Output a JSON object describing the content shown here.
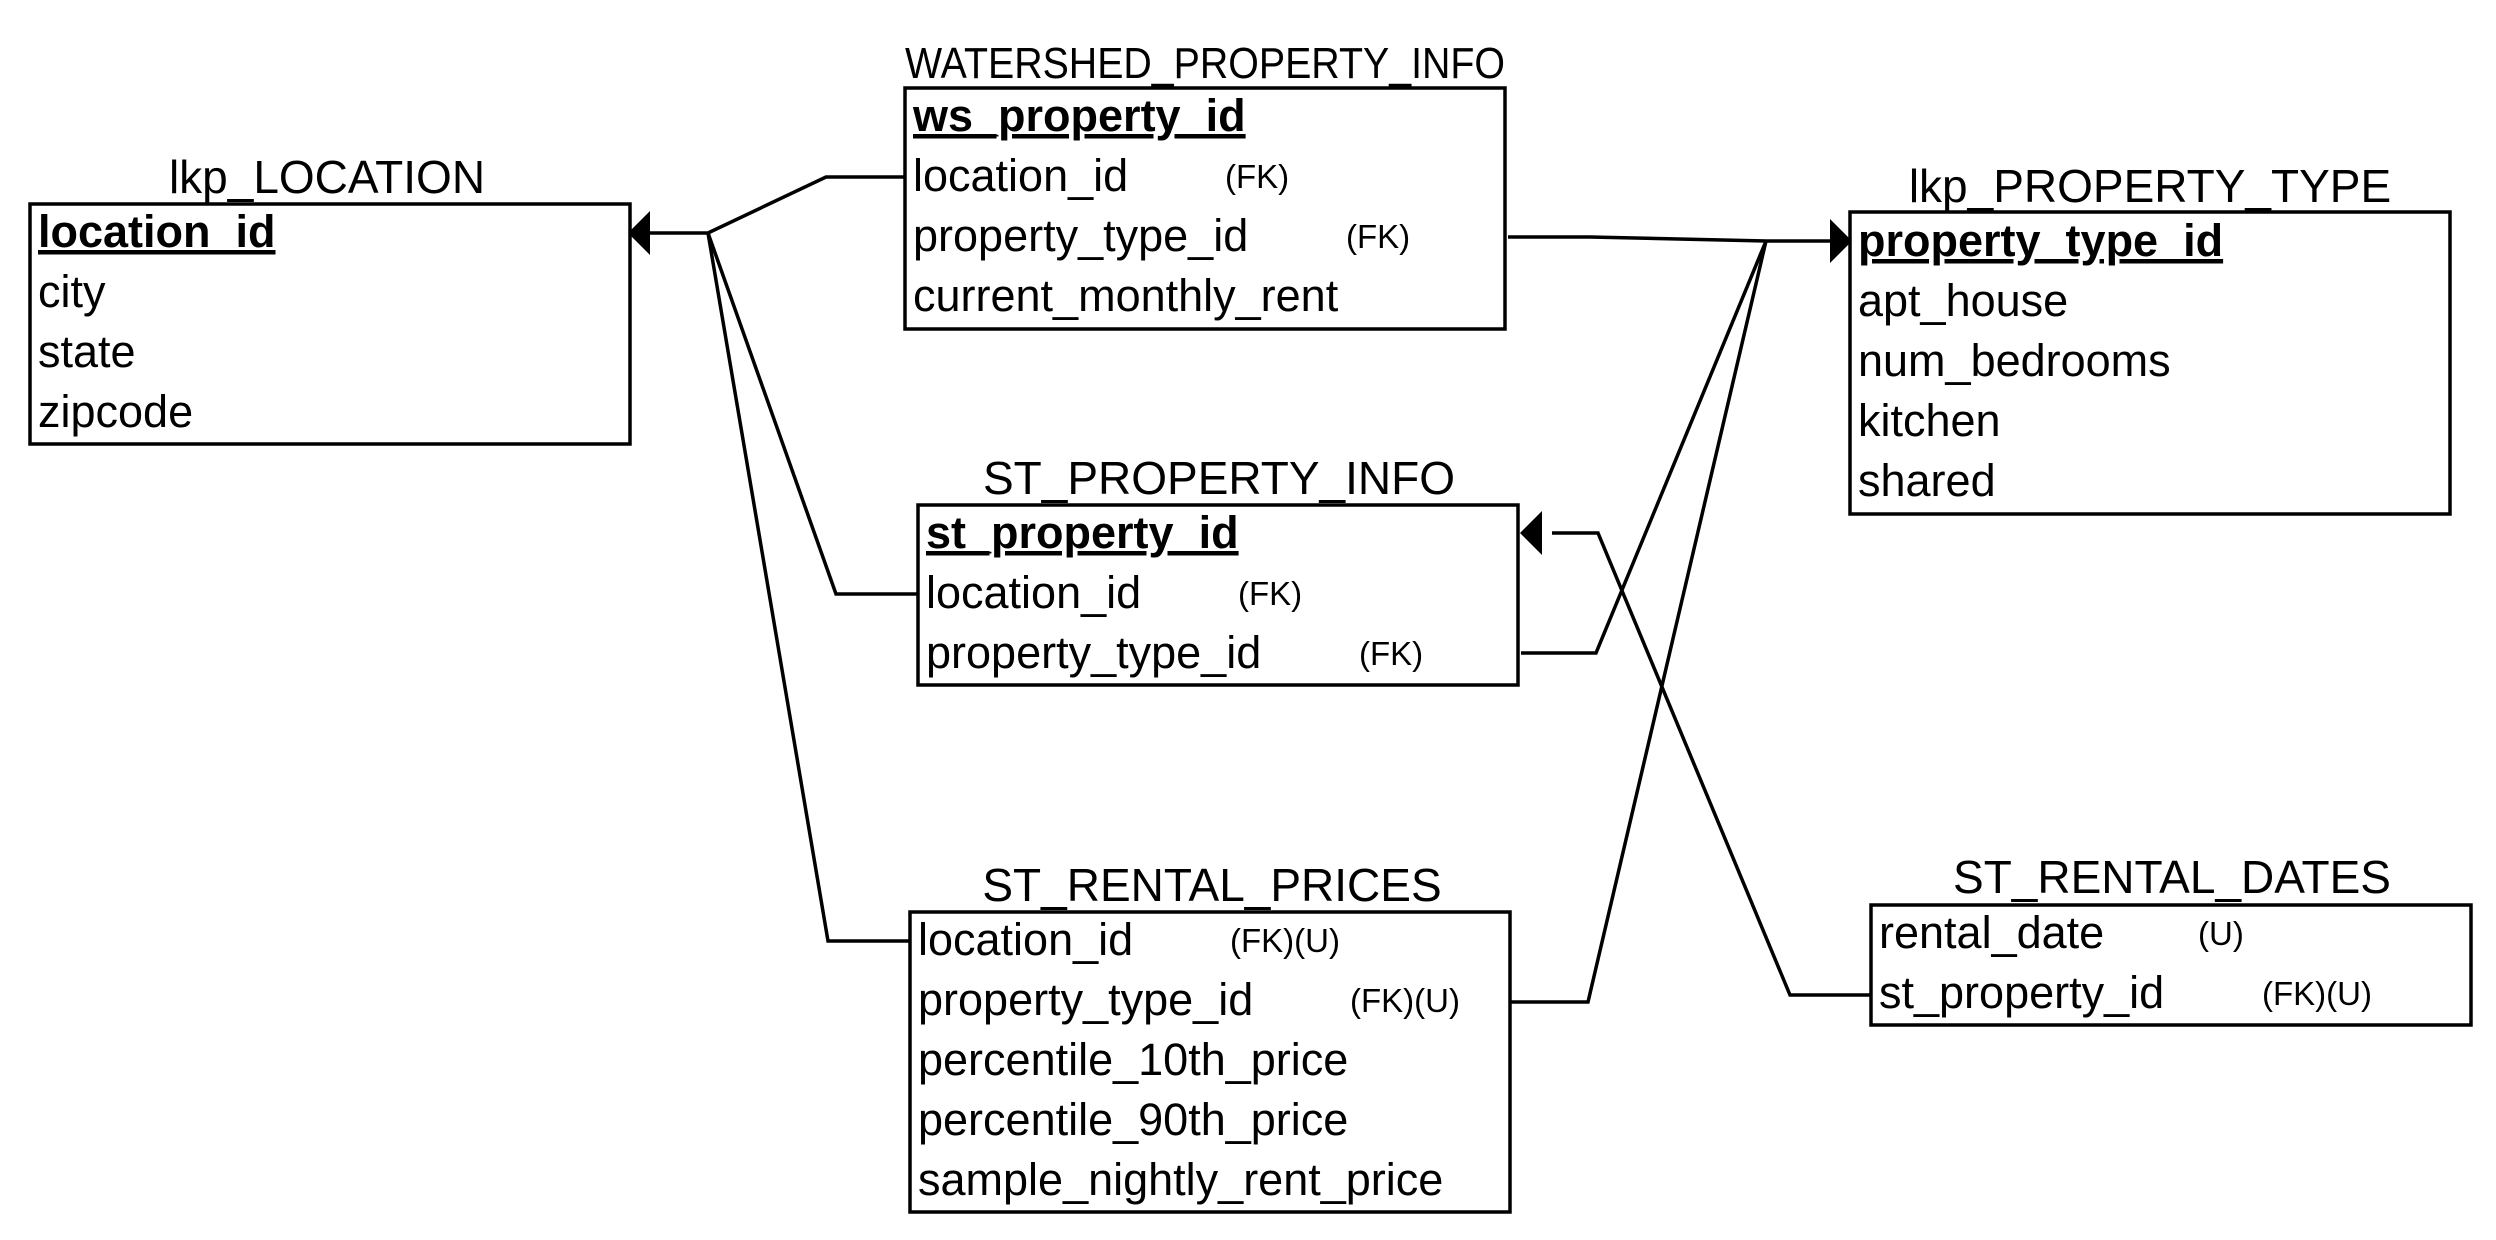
{
  "tables": {
    "lkp_location": {
      "name": "lkp_LOCATION",
      "fields": [
        {
          "name": "location_id",
          "tag": ""
        },
        {
          "name": "city",
          "tag": ""
        },
        {
          "name": "state",
          "tag": ""
        },
        {
          "name": "zipcode",
          "tag": ""
        }
      ]
    },
    "watershed_property_info": {
      "name": "WATERSHED_PROPERTY_INFO",
      "fields": [
        {
          "name": "ws_property_id",
          "tag": ""
        },
        {
          "name": "location_id",
          "tag": "(FK)"
        },
        {
          "name": "property_type_id",
          "tag": "(FK)"
        },
        {
          "name": "current_monthly_rent",
          "tag": ""
        }
      ]
    },
    "lkp_property_type": {
      "name": "lkp_PROPERTY_TYPE",
      "fields": [
        {
          "name": "property_type_id",
          "tag": ""
        },
        {
          "name": "apt_house",
          "tag": ""
        },
        {
          "name": "num_bedrooms",
          "tag": ""
        },
        {
          "name": "kitchen",
          "tag": ""
        },
        {
          "name": "shared",
          "tag": ""
        }
      ]
    },
    "st_property_info": {
      "name": "ST_PROPERTY_INFO",
      "fields": [
        {
          "name": "st_property_id",
          "tag": ""
        },
        {
          "name": "location_id",
          "tag": "(FK)"
        },
        {
          "name": "property_type_id",
          "tag": "(FK)"
        }
      ]
    },
    "st_rental_prices": {
      "name": "ST_RENTAL_PRICES",
      "fields": [
        {
          "name": "location_id",
          "tag": "(FK)(U)"
        },
        {
          "name": "property_type_id",
          "tag": "(FK)(U)"
        },
        {
          "name": "percentile_10th_price",
          "tag": ""
        },
        {
          "name": "percentile_90th_price",
          "tag": ""
        },
        {
          "name": "sample_nightly_rent_price",
          "tag": ""
        }
      ]
    },
    "st_rental_dates": {
      "name": "ST_RENTAL_DATES",
      "fields": [
        {
          "name": "rental_date",
          "tag": "(U)"
        },
        {
          "name": "st_property_id",
          "tag": "(FK)(U)"
        }
      ]
    }
  },
  "colors": {
    "line": "#000000",
    "background": "#ffffff"
  }
}
